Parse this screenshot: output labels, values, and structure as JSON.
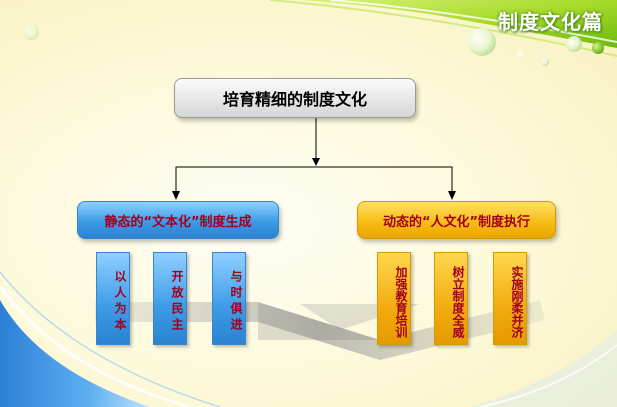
{
  "header": {
    "title": "制度文化篇"
  },
  "diagram": {
    "root": "培育精细的制度文化",
    "branches": [
      {
        "label": "静态的“文本化”制度生成",
        "color": "#3c9be6",
        "children": [
          "以人为本",
          "开放民主",
          "与时俱进"
        ]
      },
      {
        "label": "动态的“人文化”制度执行",
        "color": "#f7be16",
        "children": [
          "加强教育培训",
          "树立制度全威",
          "实施刚柔并济"
        ]
      }
    ]
  }
}
